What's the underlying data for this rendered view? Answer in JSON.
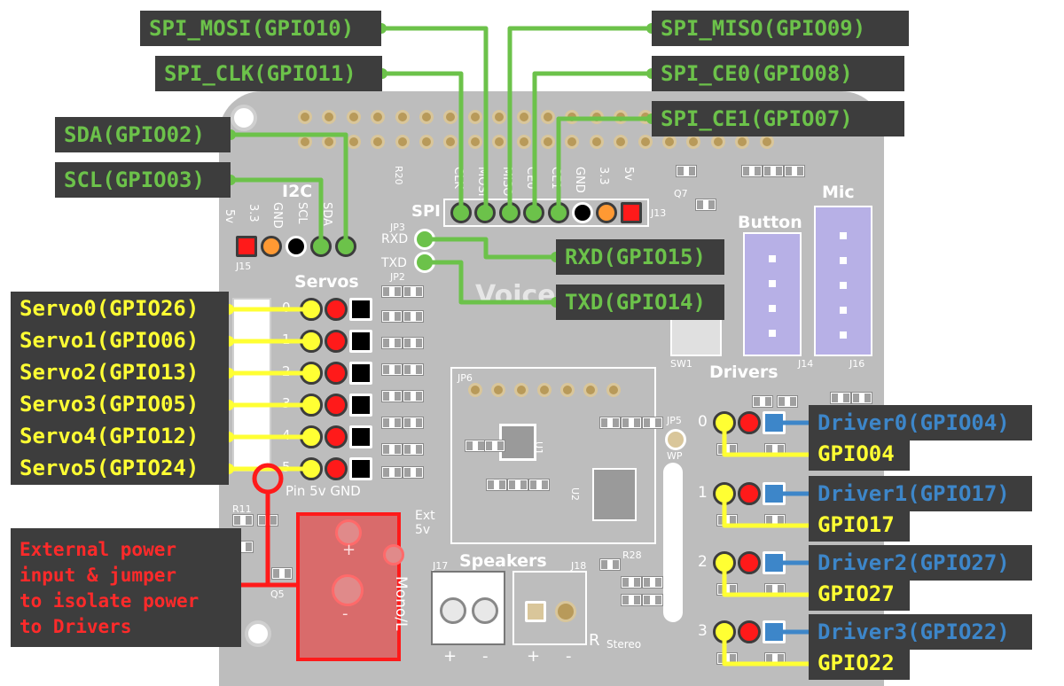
{
  "labels": {
    "spi_mosi": "SPI_MOSI(GPIO10)",
    "spi_clk": "SPI_CLK(GPIO11)",
    "spi_miso": "SPI_MISO(GPIO09)",
    "spi_ce0": "SPI_CE0(GPIO08)",
    "spi_ce1": "SPI_CE1(GPIO07)",
    "sda": "SDA(GPIO02)",
    "scl": "SCL(GPIO03)",
    "rxd": "RXD(GPIO15)",
    "txd": "TXD(GPIO14)",
    "servos": [
      "Servo0(GPIO26)",
      "Servo1(GPIO06)",
      "Servo2(GPIO13)",
      "Servo3(GPIO05)",
      "Servo4(GPIO12)",
      "Servo5(GPIO24)"
    ],
    "drivers": [
      "Driver0(GPIO04)",
      "Driver1(GPIO17)",
      "Driver2(GPIO27)",
      "Driver3(GPIO22)"
    ],
    "driver_gpios": [
      "GPIO04",
      "GPIO17",
      "GPIO27",
      "GPIO22"
    ],
    "external_power": [
      "External power",
      "input & jumper",
      "to isolate power",
      "to Drivers"
    ]
  },
  "silkscreen": {
    "i2c": "I2C",
    "i2c_pins": [
      "5v",
      "3.3",
      "GND",
      "SCL",
      "SDA"
    ],
    "j15": "J15",
    "spi": "SPI",
    "spi_pins": [
      "CLK",
      "MOSI",
      "MISO",
      "CE0",
      "CE1",
      "GND",
      "3.3",
      "5v"
    ],
    "j13": "J13",
    "jp3": "JP3",
    "rxd": "RXD",
    "txd": "TXD",
    "jp2": "JP2",
    "servos": "Servos",
    "servo_numbers": [
      "0",
      "1",
      "2",
      "3",
      "4",
      "5"
    ],
    "servo_footer": "Pin 5v GND",
    "voice": "Voice",
    "button": "Button",
    "mic": "Mic",
    "drivers": "Drivers",
    "driver_numbers": [
      "0",
      "1",
      "2",
      "3"
    ],
    "speakers": "Speakers",
    "mono": "Mono/L",
    "stereo": "Stereo",
    "ext5v": "Ext 5v",
    "jp6": "JP6",
    "jp5": "JP5",
    "wp": "WP",
    "u1": "U1",
    "u2": "U2",
    "j17": "J17",
    "j18": "J18",
    "j14": "J14",
    "j16": "J16",
    "sw1": "SW1",
    "r20": "R20",
    "r28": "R28",
    "q5": "Q5",
    "q7": "Q7",
    "r11": "R11",
    "plus": "+",
    "minus": "-",
    "r_label": "R"
  },
  "colors": {
    "board": "#bdbdbd",
    "label_bg": "#3d3d3d",
    "spi_i2c_uart": "#6cc24a",
    "servo_gpio": "#ffff33",
    "driver": "#3d86c9",
    "power": "#ff2a2a",
    "power_fill": "#d96b6b"
  }
}
